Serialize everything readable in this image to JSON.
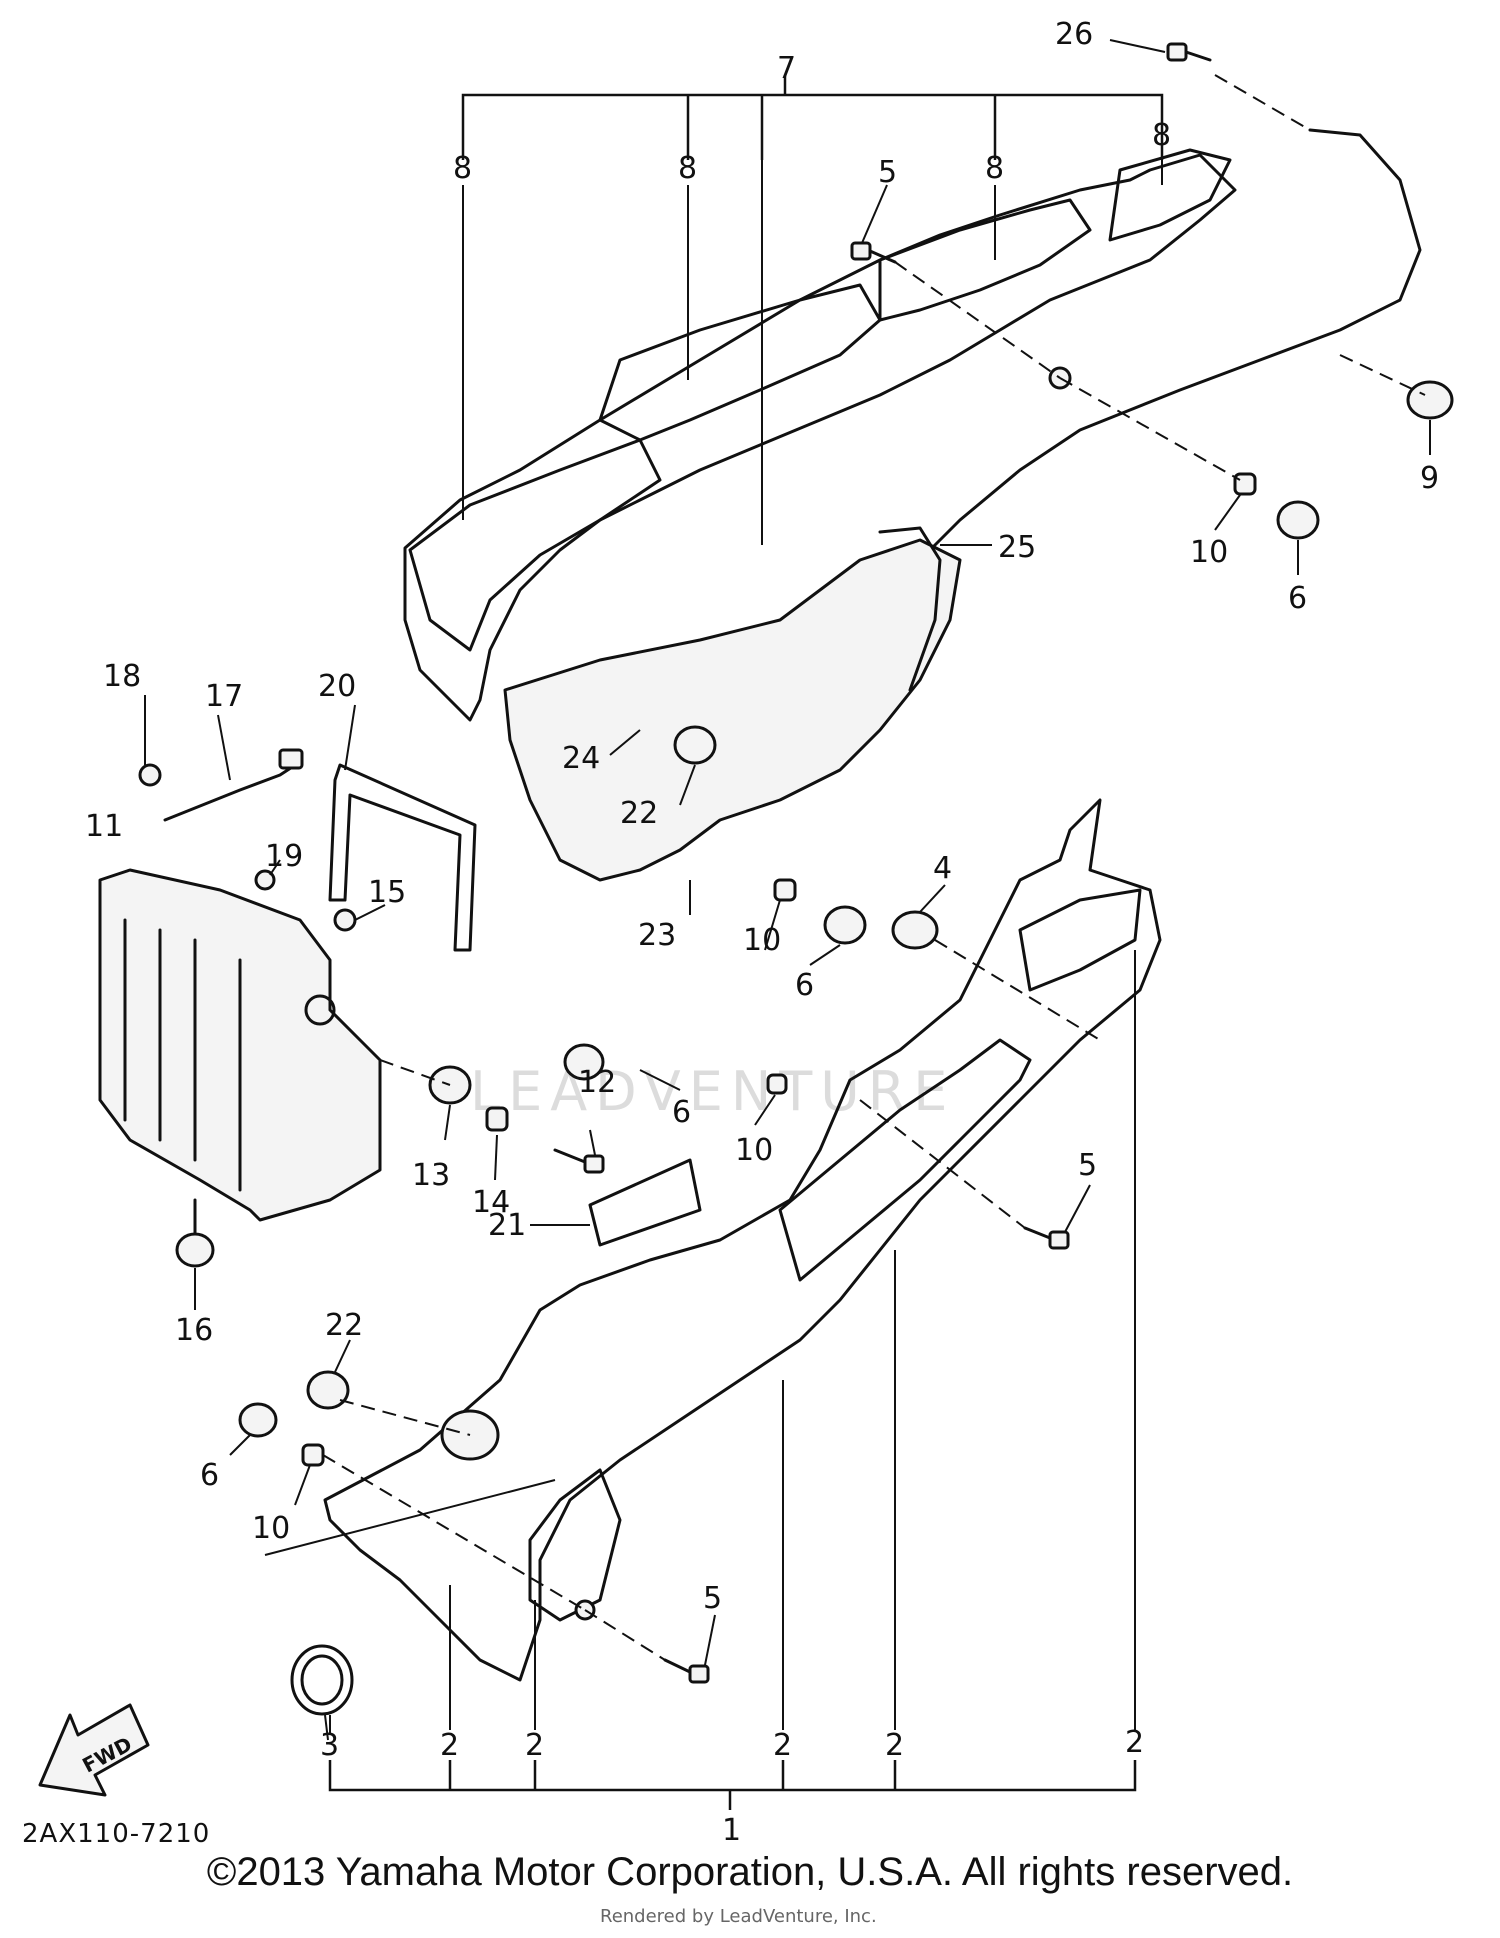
{
  "diagram": {
    "code": "2AX110-7210",
    "fwd_label": "FWD",
    "watermark": "LEADVENTURE",
    "rendered_by": "Rendered by LeadVenture, Inc.",
    "callouts": {
      "c1": "1",
      "c2a": "2",
      "c2b": "2",
      "c2c": "2",
      "c2d": "2",
      "c2e": "2",
      "c3": "3",
      "c4": "4",
      "c5a": "5",
      "c5b": "5",
      "c5c": "5",
      "c6a": "6",
      "c6b": "6",
      "c6c": "6",
      "c6d": "6",
      "c7": "7",
      "c8a": "8",
      "c8b": "8",
      "c8c": "8",
      "c8d": "8",
      "c9": "9",
      "c10a": "10",
      "c10b": "10",
      "c10c": "10",
      "c10d": "10",
      "c11": "11",
      "c12": "12",
      "c13": "13",
      "c14": "14",
      "c15": "15",
      "c16": "16",
      "c17": "17",
      "c18": "18",
      "c19": "19",
      "c20": "20",
      "c21": "21",
      "c22a": "22",
      "c22b": "22",
      "c23": "23",
      "c24": "24",
      "c25": "25",
      "c26": "26"
    }
  },
  "footer": {
    "copyright": "©2013 Yamaha Motor Corporation, U.S.A. All rights reserved."
  }
}
